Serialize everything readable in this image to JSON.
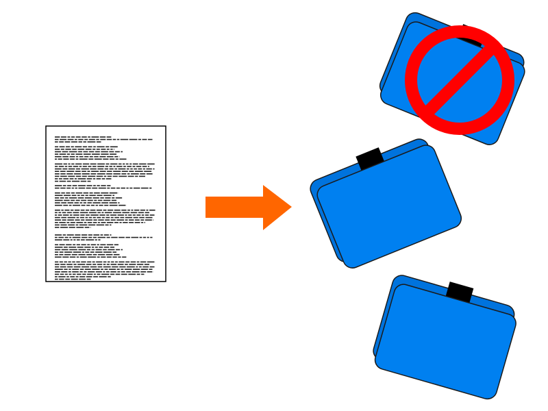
{
  "colors": {
    "background": "#ffffff",
    "arrow": "#ff6600",
    "folder_fill": "#0080f0",
    "folder_back": "#0073dd",
    "folder_outline": "#1a1a1a",
    "folder_tab": "#000000",
    "prohibit": "#ff0000",
    "doc_text": "#222222"
  },
  "icons": {
    "document": "document-icon",
    "arrow": "arrow-right-icon",
    "folder": "folder-icon",
    "prohibited": "prohibited-icon"
  },
  "folders": [
    {
      "name": "folder-top-prohibited",
      "prohibited": true
    },
    {
      "name": "folder-middle",
      "prohibited": false
    },
    {
      "name": "folder-bottom",
      "prohibited": false
    }
  ]
}
